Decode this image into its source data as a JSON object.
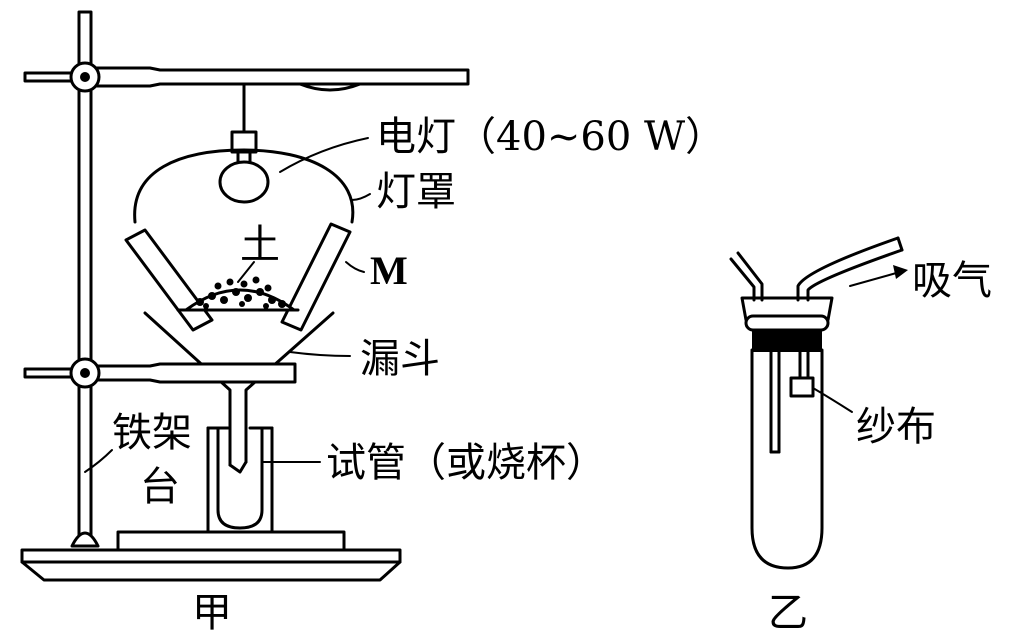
{
  "figure_a": {
    "caption": "甲",
    "labels": {
      "lamp": "电灯（40~60 W）",
      "lampshade": "灯罩",
      "soil": "土",
      "mesh": "M",
      "funnel": "漏斗",
      "stand_line1": "铁架",
      "stand_line2": "台",
      "tube": "试管（或烧杯）"
    }
  },
  "figure_b": {
    "caption": "乙",
    "labels": {
      "suction": "吸气",
      "gauze": "纱布"
    }
  }
}
